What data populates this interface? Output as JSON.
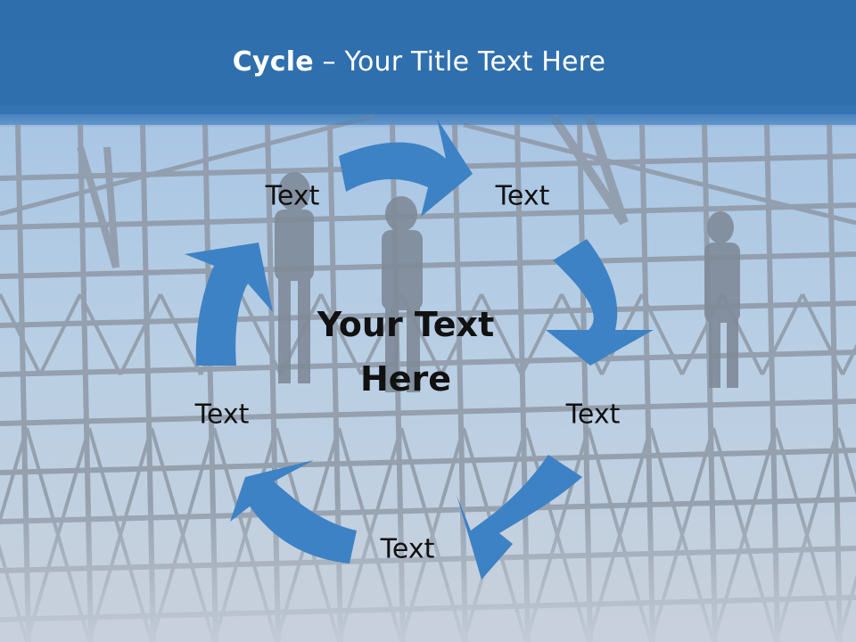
{
  "title": {
    "bold": "Cycle",
    "rest": " – Your Title Text Here"
  },
  "center": {
    "line1": "Your Text",
    "line2": "Here"
  },
  "cycle": {
    "nodes": [
      {
        "label": "Text"
      },
      {
        "label": "Text"
      },
      {
        "label": "Text"
      },
      {
        "label": "Text"
      },
      {
        "label": "Text"
      }
    ]
  },
  "colors": {
    "header": "#2f6fad",
    "arrow": "#3d82c4",
    "scaffold": "#8e98a6",
    "sky": "#9fc0e0"
  }
}
